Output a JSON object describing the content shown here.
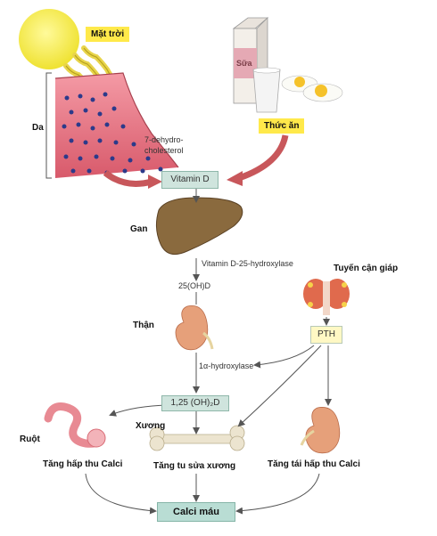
{
  "labels": {
    "sun": "Mặt trời",
    "milk": "Sữa",
    "food": "Thức ăn",
    "skin": "Da",
    "dehydro": "7-dehydro-\ncholesterol",
    "vitamin_d": "Vitamin D",
    "liver": "Gan",
    "hydroxylase25": "Vitamin D-25-hydroxylase",
    "ohd25": "25(OH)D",
    "parathyroid": "Tuyến cận giáp",
    "kidney": "Thận",
    "pth": "PTH",
    "hydroxylase1a": "1α-hydroxylase",
    "active_d": "1,25 (OH)₂D",
    "intestine": "Ruột",
    "bone": "Xương",
    "intestine_effect": "Tăng hấp thu Calci",
    "bone_effect": "Tăng tu sửa xương",
    "kidney_effect": "Tăng tái hấp thu Calci",
    "calcium": "Calci máu"
  },
  "colors": {
    "sun": "#f3e641",
    "label_highlight": "#ffe94a",
    "box_teal": "#cfe4dd",
    "box_pth": "#fff8c4",
    "box_calci": "#b9ddd4",
    "arrow_red": "#c8575b",
    "liver": "#8a6a3e",
    "kidney": "#e6a07a",
    "thyroid": "#e06a4d",
    "skin": "#e36f7e",
    "intestine": "#e88a93",
    "bone": "#ece4cf"
  }
}
